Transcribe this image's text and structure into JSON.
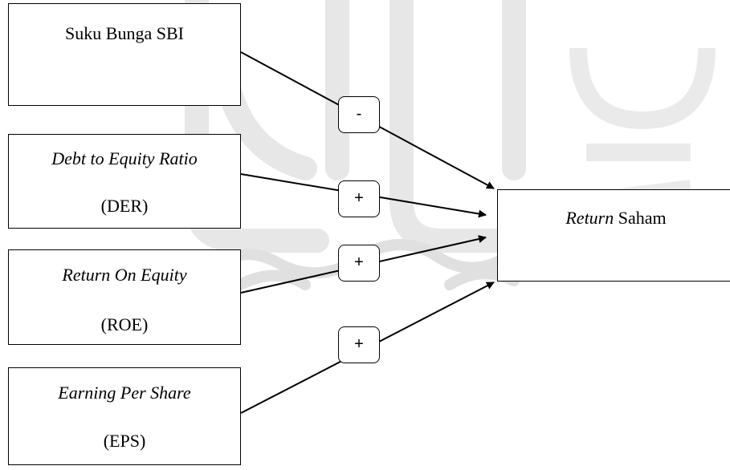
{
  "colors": {
    "stroke": "#000000",
    "background": "#ffffff",
    "watermark": "#c6c6c6"
  },
  "nodes": {
    "sbi": {
      "line1": "Suku Bunga SBI"
    },
    "der": {
      "line1": "Debt to Equity Ratio",
      "line2": "(DER)"
    },
    "roe": {
      "line1": "Return On Equity",
      "line2": "(ROE)"
    },
    "eps": {
      "line1": "Earning Per Share",
      "line2": "(EPS)"
    },
    "target": {
      "italic_part": "Return",
      "plain_part": " Saham"
    }
  },
  "edges": [
    {
      "from": "sbi",
      "to": "target",
      "sign": "-"
    },
    {
      "from": "der",
      "to": "target",
      "sign": "+"
    },
    {
      "from": "roe",
      "to": "target",
      "sign": "+"
    },
    {
      "from": "eps",
      "to": "target",
      "sign": "+"
    }
  ]
}
